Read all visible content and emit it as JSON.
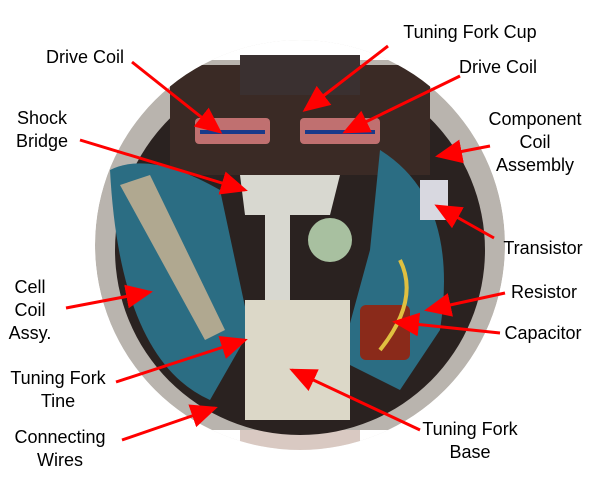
{
  "colors": {
    "arrow": "#ff0000",
    "case": "#b9b4ae",
    "plate": "#2b6d83",
    "dark": "#2a2220"
  },
  "labels": {
    "tuning_fork_cup": "Tuning Fork Cup",
    "drive_coil_left": "Drive Coil",
    "drive_coil_right": "Drive Coil",
    "shock_bridge": [
      "Shock",
      "Bridge"
    ],
    "component_coil": [
      "Component",
      "Coil",
      "Assembly"
    ],
    "transistor": "Transistor",
    "cell_coil": [
      "Cell",
      "Coil",
      "Assy."
    ],
    "resistor": "Resistor",
    "capacitor": "Capacitor",
    "tuning_fork_tine": [
      "Tuning Fork",
      "Tine"
    ],
    "connecting_wires": [
      "Connecting",
      "Wires"
    ],
    "tuning_fork_base": [
      "Tuning Fork",
      "Base"
    ]
  }
}
